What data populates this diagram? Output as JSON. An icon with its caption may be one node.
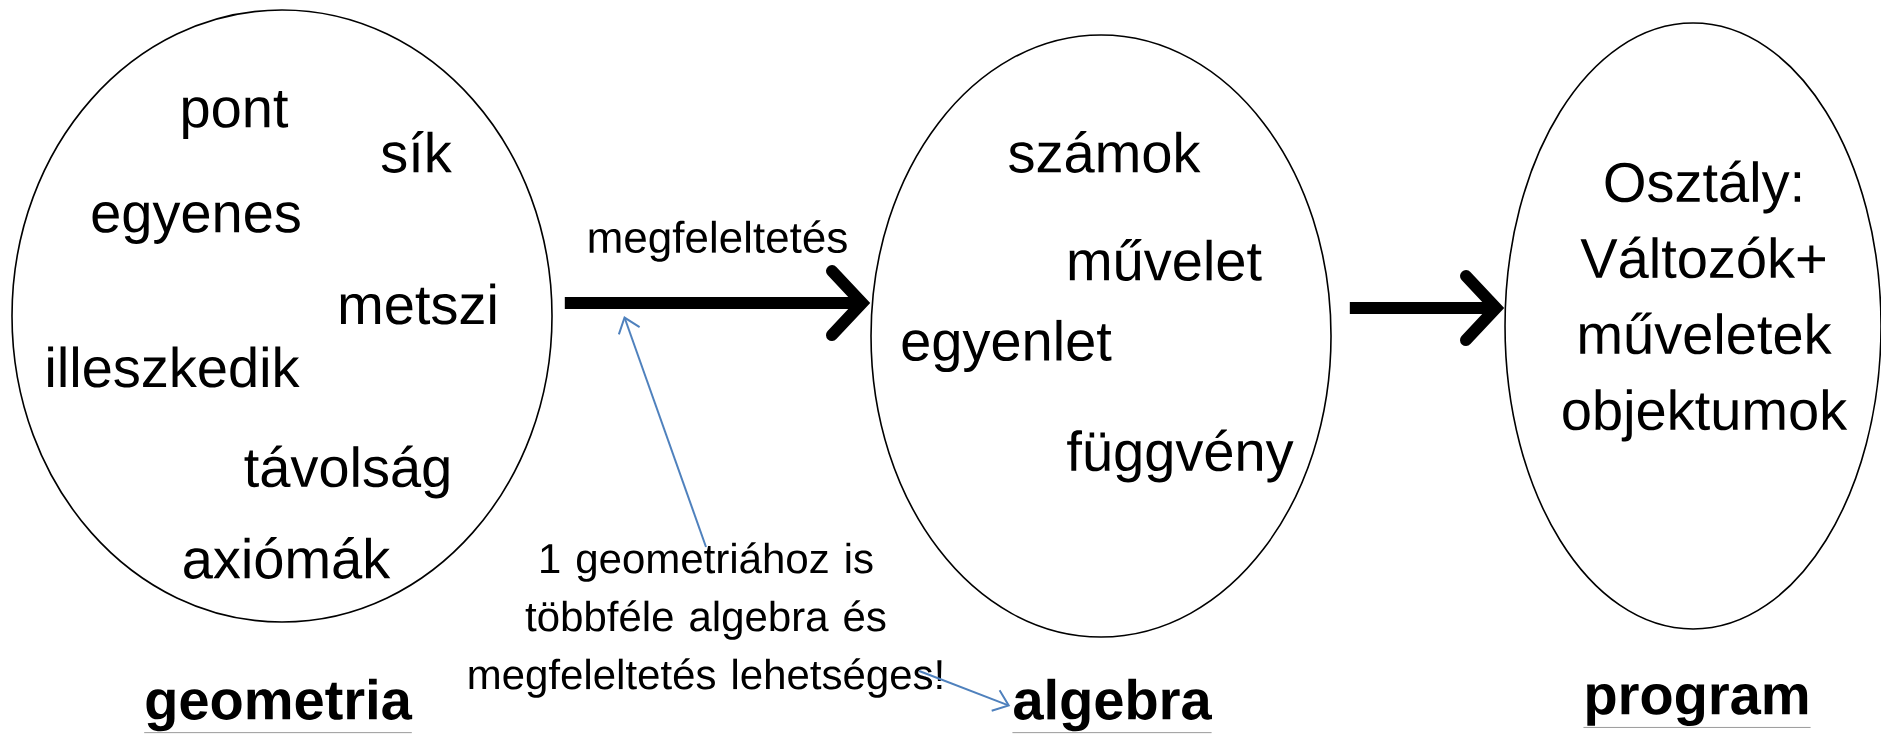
{
  "diagram": {
    "nodes": [
      {
        "text": [
          "pont",
          "sík",
          "egyenes",
          "metszi",
          "illeszkedik",
          "távolság",
          "axiómák",
          "geometria"
        ]
      },
      {
        "text": [
          "számok",
          "művelet",
          "egyenlet",
          "függvény",
          "algebra"
        ]
      },
      {
        "text": [
          "Osztály: Változók+ műveletek objektumok",
          "program"
        ]
      },
      {
        "text": [
          "1 geometriához is többféle algebra és megfeleltetés lehetséges!"
        ]
      }
    ],
    "edges": [
      {
        "from": 0,
        "to": 1,
        "arrow": "to",
        "label": "megfeleltetés",
        "style": "thick"
      },
      {
        "from": 1,
        "to": 2,
        "arrow": "to",
        "style": "thick"
      },
      {
        "from": 3,
        "to": null,
        "arrow": "to",
        "color": "#4f81bd"
      },
      {
        "from": 3,
        "to": 1,
        "arrow": "to",
        "color": "#4f81bd"
      }
    ]
  }
}
